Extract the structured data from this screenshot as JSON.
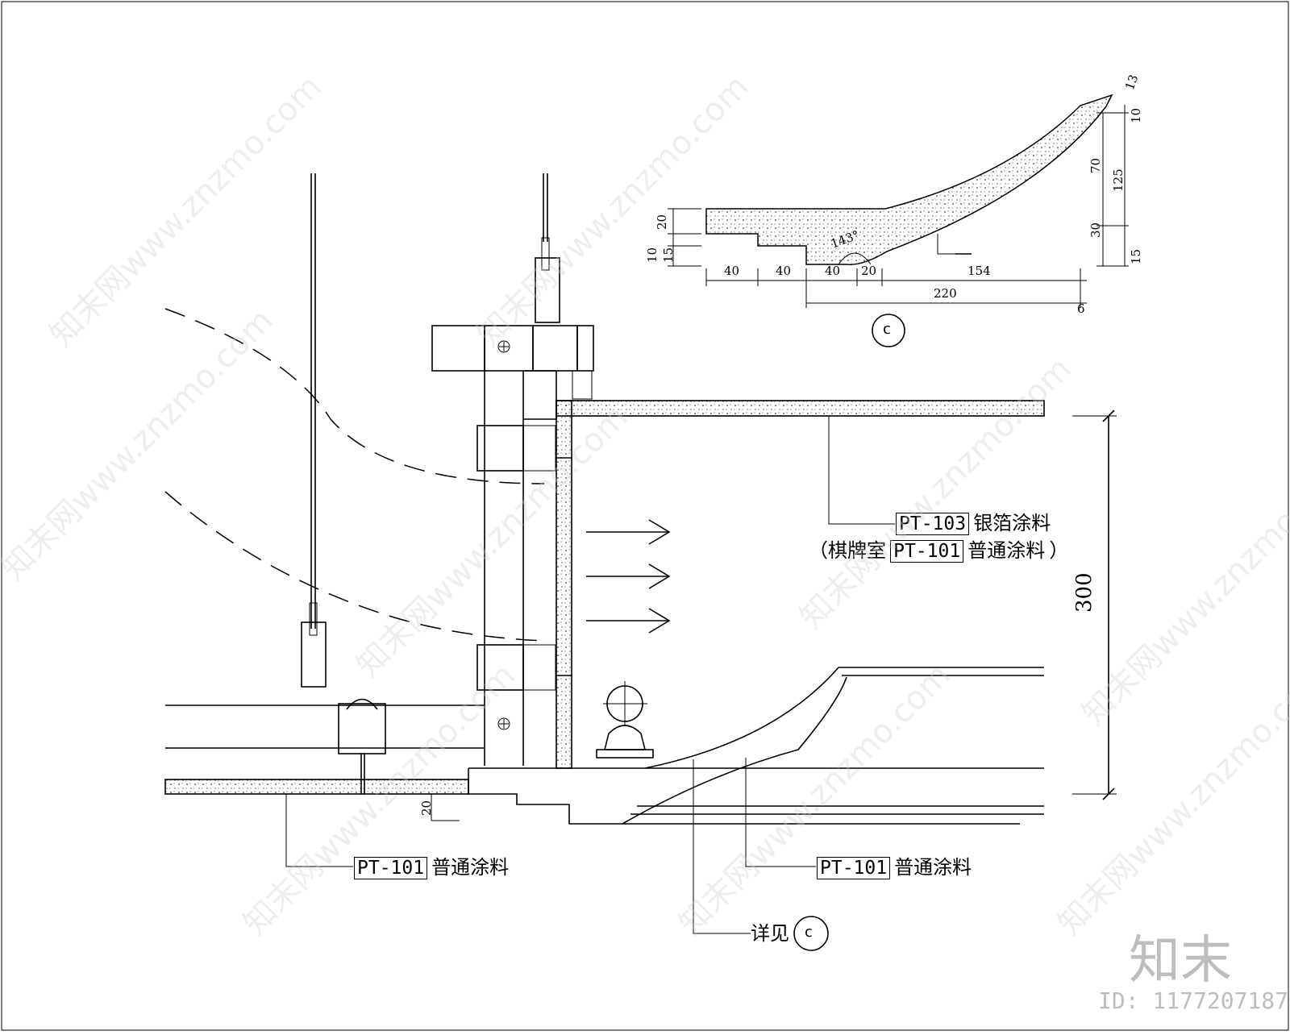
{
  "callouts": {
    "ceiling_top": {
      "code": "PT-103",
      "text": "银箔涂料"
    },
    "ceiling_alt": {
      "prefix": "（棋牌室",
      "code": "PT-101",
      "text": "普通涂料",
      "suffix": "）"
    },
    "ceiling_left": {
      "code": "PT-101",
      "text": "普通涂料"
    },
    "ceiling_right": {
      "code": "PT-101",
      "text": "普通涂料"
    },
    "detail_ref": {
      "text": "详见",
      "symbol": "c"
    }
  },
  "detail_c": {
    "symbol": "c",
    "angle": "143°",
    "dims_bottom": [
      "40",
      "40",
      "40",
      "20",
      "154"
    ],
    "dim_total": "220",
    "dim_offset": "6",
    "dims_left": [
      "20",
      "10",
      "15"
    ],
    "dims_right_inner": [
      "10",
      "70",
      "30",
      "15"
    ],
    "dim_right_total": "125",
    "dim_top": "13"
  },
  "dims_main": {
    "height": "300",
    "offset": "20"
  },
  "watermark": {
    "text": "知末网www.znzmo.com"
  },
  "brand": {
    "logo": "知末",
    "id": "ID: 1177207187"
  }
}
